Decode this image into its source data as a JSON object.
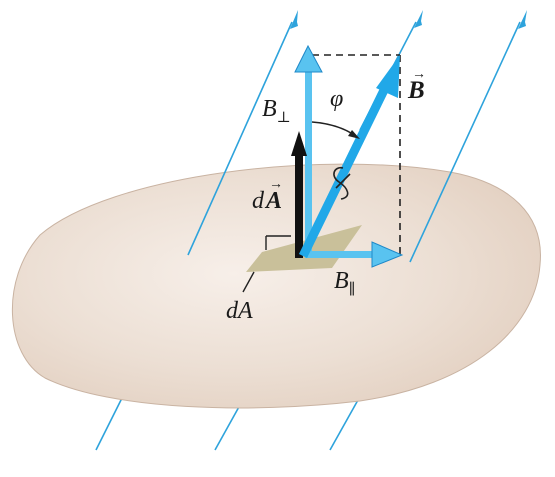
{
  "labels": {
    "b_perp_main": "B",
    "b_perp_sub": "⊥",
    "phi": "φ",
    "b_vec": "B",
    "d": "d",
    "a_vec": "A",
    "b_par_main": "B",
    "b_par_sub": "∥",
    "dA": "dA"
  },
  "colors": {
    "surface": "#e9d9cc",
    "surface_edge": "#c9b3a2",
    "patch": "#c9c09a",
    "field_line": "#2ea3dc",
    "b_vector": "#21a8e8",
    "component": "#59c3f0",
    "area_vector": "#111111",
    "dashed": "#222222"
  },
  "icons": {
    "surface": "curved-surface-shape",
    "field_lines": "magnetic-field-line-arrows",
    "b_vector": "magnetic-field-vector-arrow",
    "area_vector": "area-vector-arrow",
    "angle": "angle-arc-arrow",
    "flux_symbol": "surface-flux-symbol"
  }
}
